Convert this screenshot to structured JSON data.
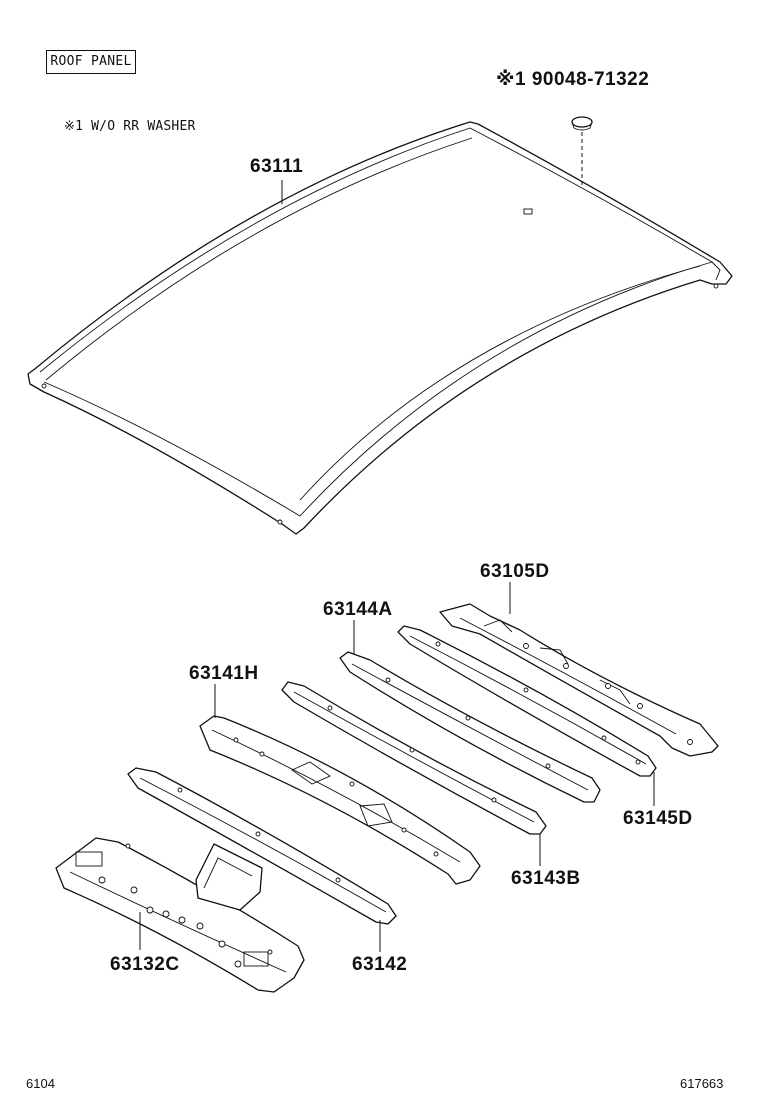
{
  "header": {
    "title": "ROOF PANEL",
    "note": "※1 W/O RR WASHER"
  },
  "parts": [
    {
      "id": "p1",
      "number": "63111"
    },
    {
      "id": "p2",
      "number": "※1 90048-71322"
    },
    {
      "id": "p3",
      "number": "63105D"
    },
    {
      "id": "p4",
      "number": "63144A"
    },
    {
      "id": "p5",
      "number": "63141H"
    },
    {
      "id": "p6",
      "number": "63145D"
    },
    {
      "id": "p7",
      "number": "63143B"
    },
    {
      "id": "p8",
      "number": "63142"
    },
    {
      "id": "p9",
      "number": "63132C"
    }
  ],
  "footer": {
    "left": "6104",
    "right": "617663"
  }
}
